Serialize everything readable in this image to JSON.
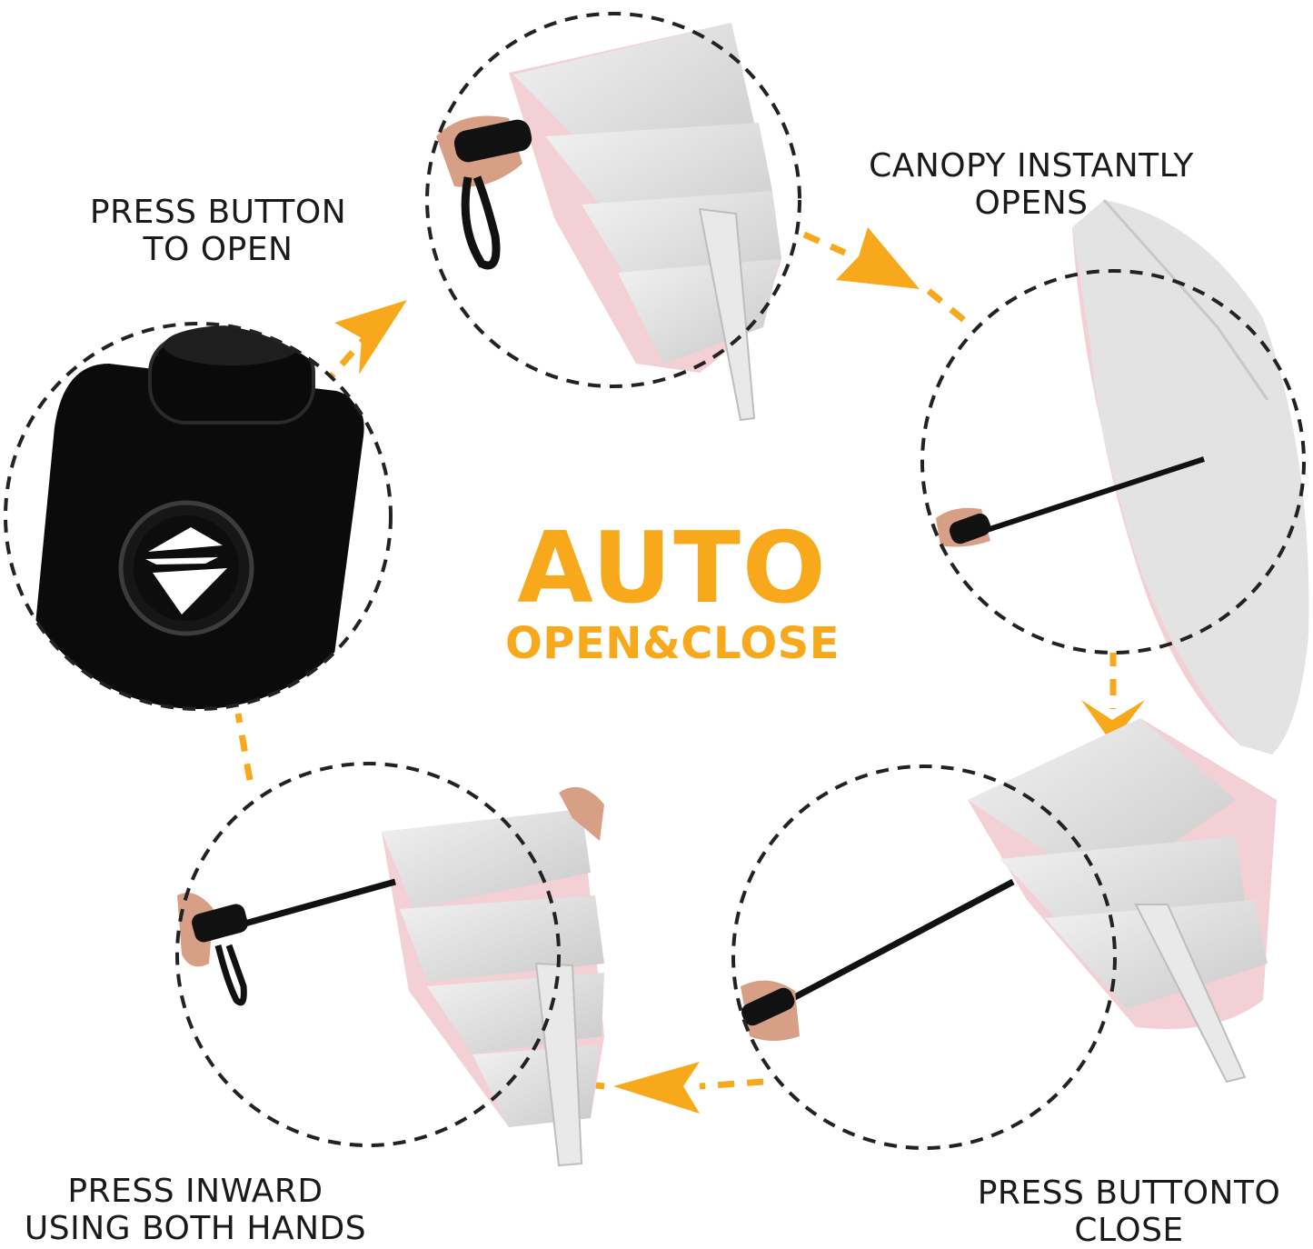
{
  "headline": {
    "main": "AUTO",
    "sub": "OPEN&CLOSE"
  },
  "steps": [
    {
      "id": "press-button-to-open",
      "lines": [
        "PRESS BUTTON",
        "TO OPEN"
      ]
    },
    {
      "id": "canopy-instantly-opens",
      "lines": [
        "CANOPY INSTANTLY",
        "OPENS"
      ]
    },
    {
      "id": "press-button-to-close",
      "lines": [
        "PRESS BUTTONTO",
        "CLOSE"
      ]
    },
    {
      "id": "press-inward",
      "lines": [
        "PRESS INWARD",
        "USING BOTH HANDS"
      ]
    }
  ],
  "colors": {
    "accent": "#f7a81b",
    "accent_light": "#fcc21a",
    "canopy_outer": "#e6e6e6",
    "canopy_inner": "#f3cfd6",
    "handle": "#111111",
    "text": "#1a1a1a",
    "dash": "#222222"
  }
}
